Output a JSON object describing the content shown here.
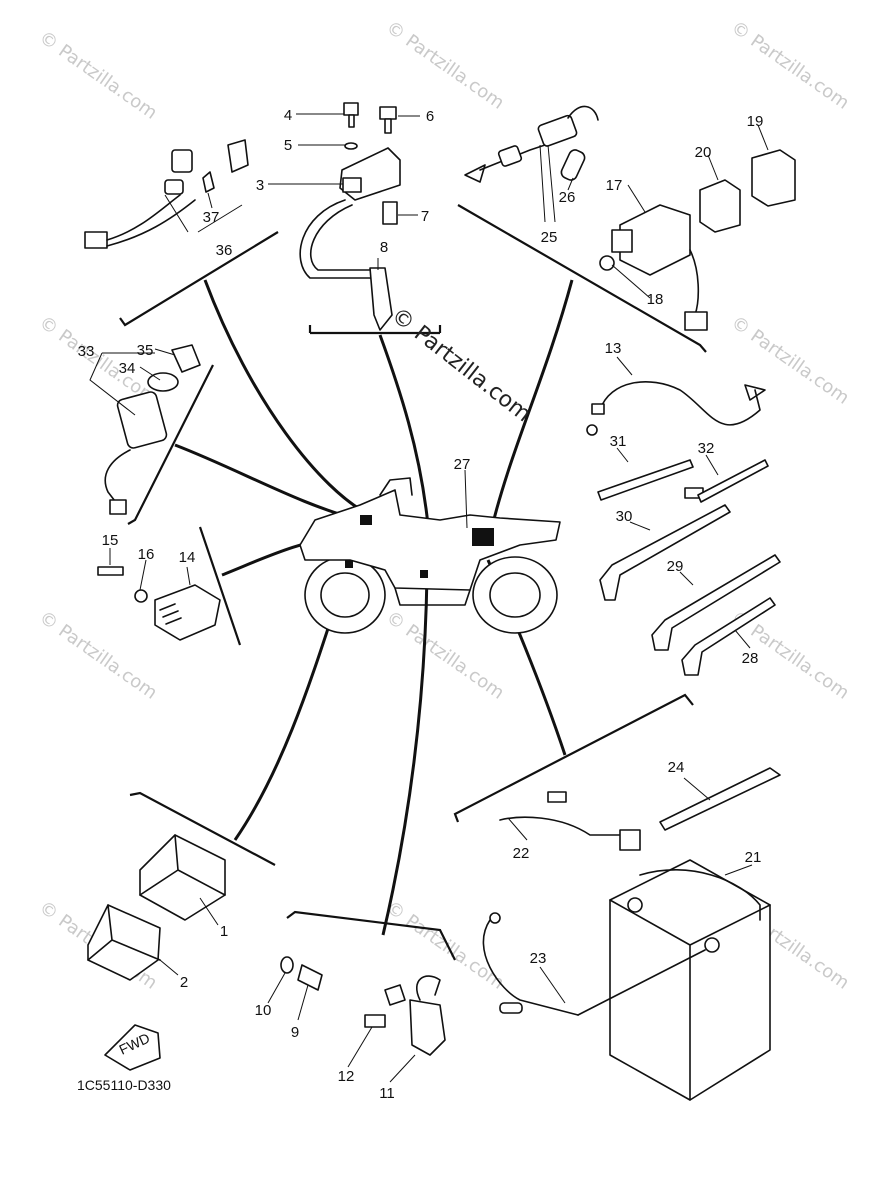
{
  "diagram_code": "1C55110-D330",
  "fwd_label": "FWD",
  "watermark_text": "© Partzilla.com",
  "center_watermark": "© Partzilla.com",
  "callouts": {
    "c1": "1",
    "c2": "2",
    "c3": "3",
    "c4": "4",
    "c5": "5",
    "c6": "6",
    "c7": "7",
    "c8": "8",
    "c9": "9",
    "c10": "10",
    "c11": "11",
    "c12": "12",
    "c13": "13",
    "c14": "14",
    "c15": "15",
    "c16": "16",
    "c17": "17",
    "c18": "18",
    "c19": "19",
    "c20": "20",
    "c21": "21",
    "c22": "22",
    "c23": "23",
    "c24": "24",
    "c25": "25",
    "c26": "26",
    "c27": "27",
    "c28": "28",
    "c29": "29",
    "c30": "30",
    "c31": "31",
    "c32": "32",
    "c33": "33",
    "c34": "34",
    "c35": "35",
    "c36": "36",
    "c37": "37"
  }
}
